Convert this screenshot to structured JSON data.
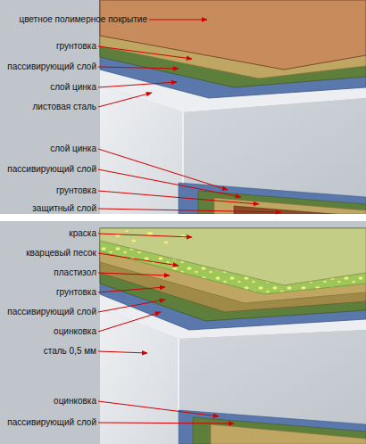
{
  "diagram": {
    "labels": [
      "цветное полимерное покрытие",
      "грунтовка",
      "пассивирующий слой",
      "слой цинка",
      "листовая сталь",
      "слой цинка",
      "пассивирующий слой",
      "грунтовка",
      "защитный слой",
      "краска",
      "кварцевый песок",
      "пластизол",
      "грунтовка",
      "пассивирующий слой",
      "оцинковка",
      "сталь 0,5 мм",
      "оцинковка",
      "пассивирующий слой"
    ]
  }
}
